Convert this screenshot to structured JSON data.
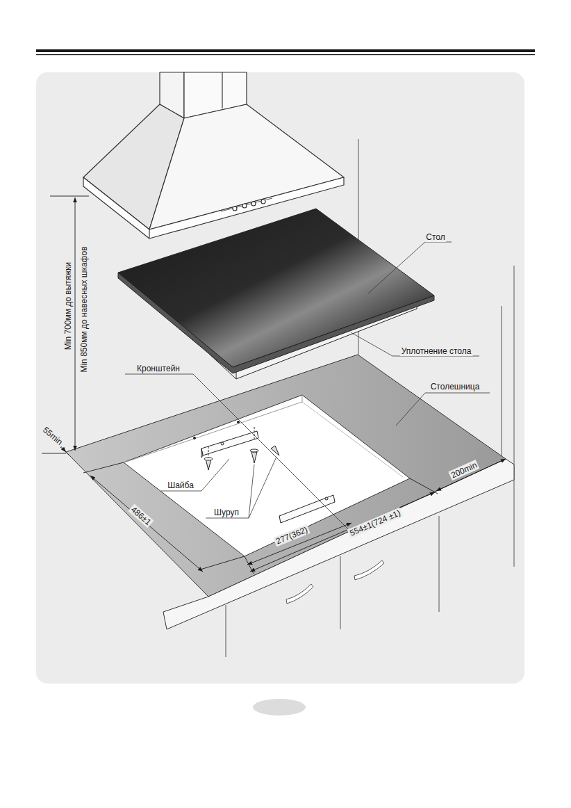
{
  "diagram": {
    "labels": [
      "Стол",
      "Уплотнение стола",
      "Столешница",
      "Кронштейн",
      "Шайба",
      "Шуруп",
      "Min 700мм до вытяжки",
      "Min 850мм до навесных шкафов",
      "55min",
      "486±1",
      "277(362)",
      "554±1(724 ±1)",
      "200min"
    ]
  }
}
